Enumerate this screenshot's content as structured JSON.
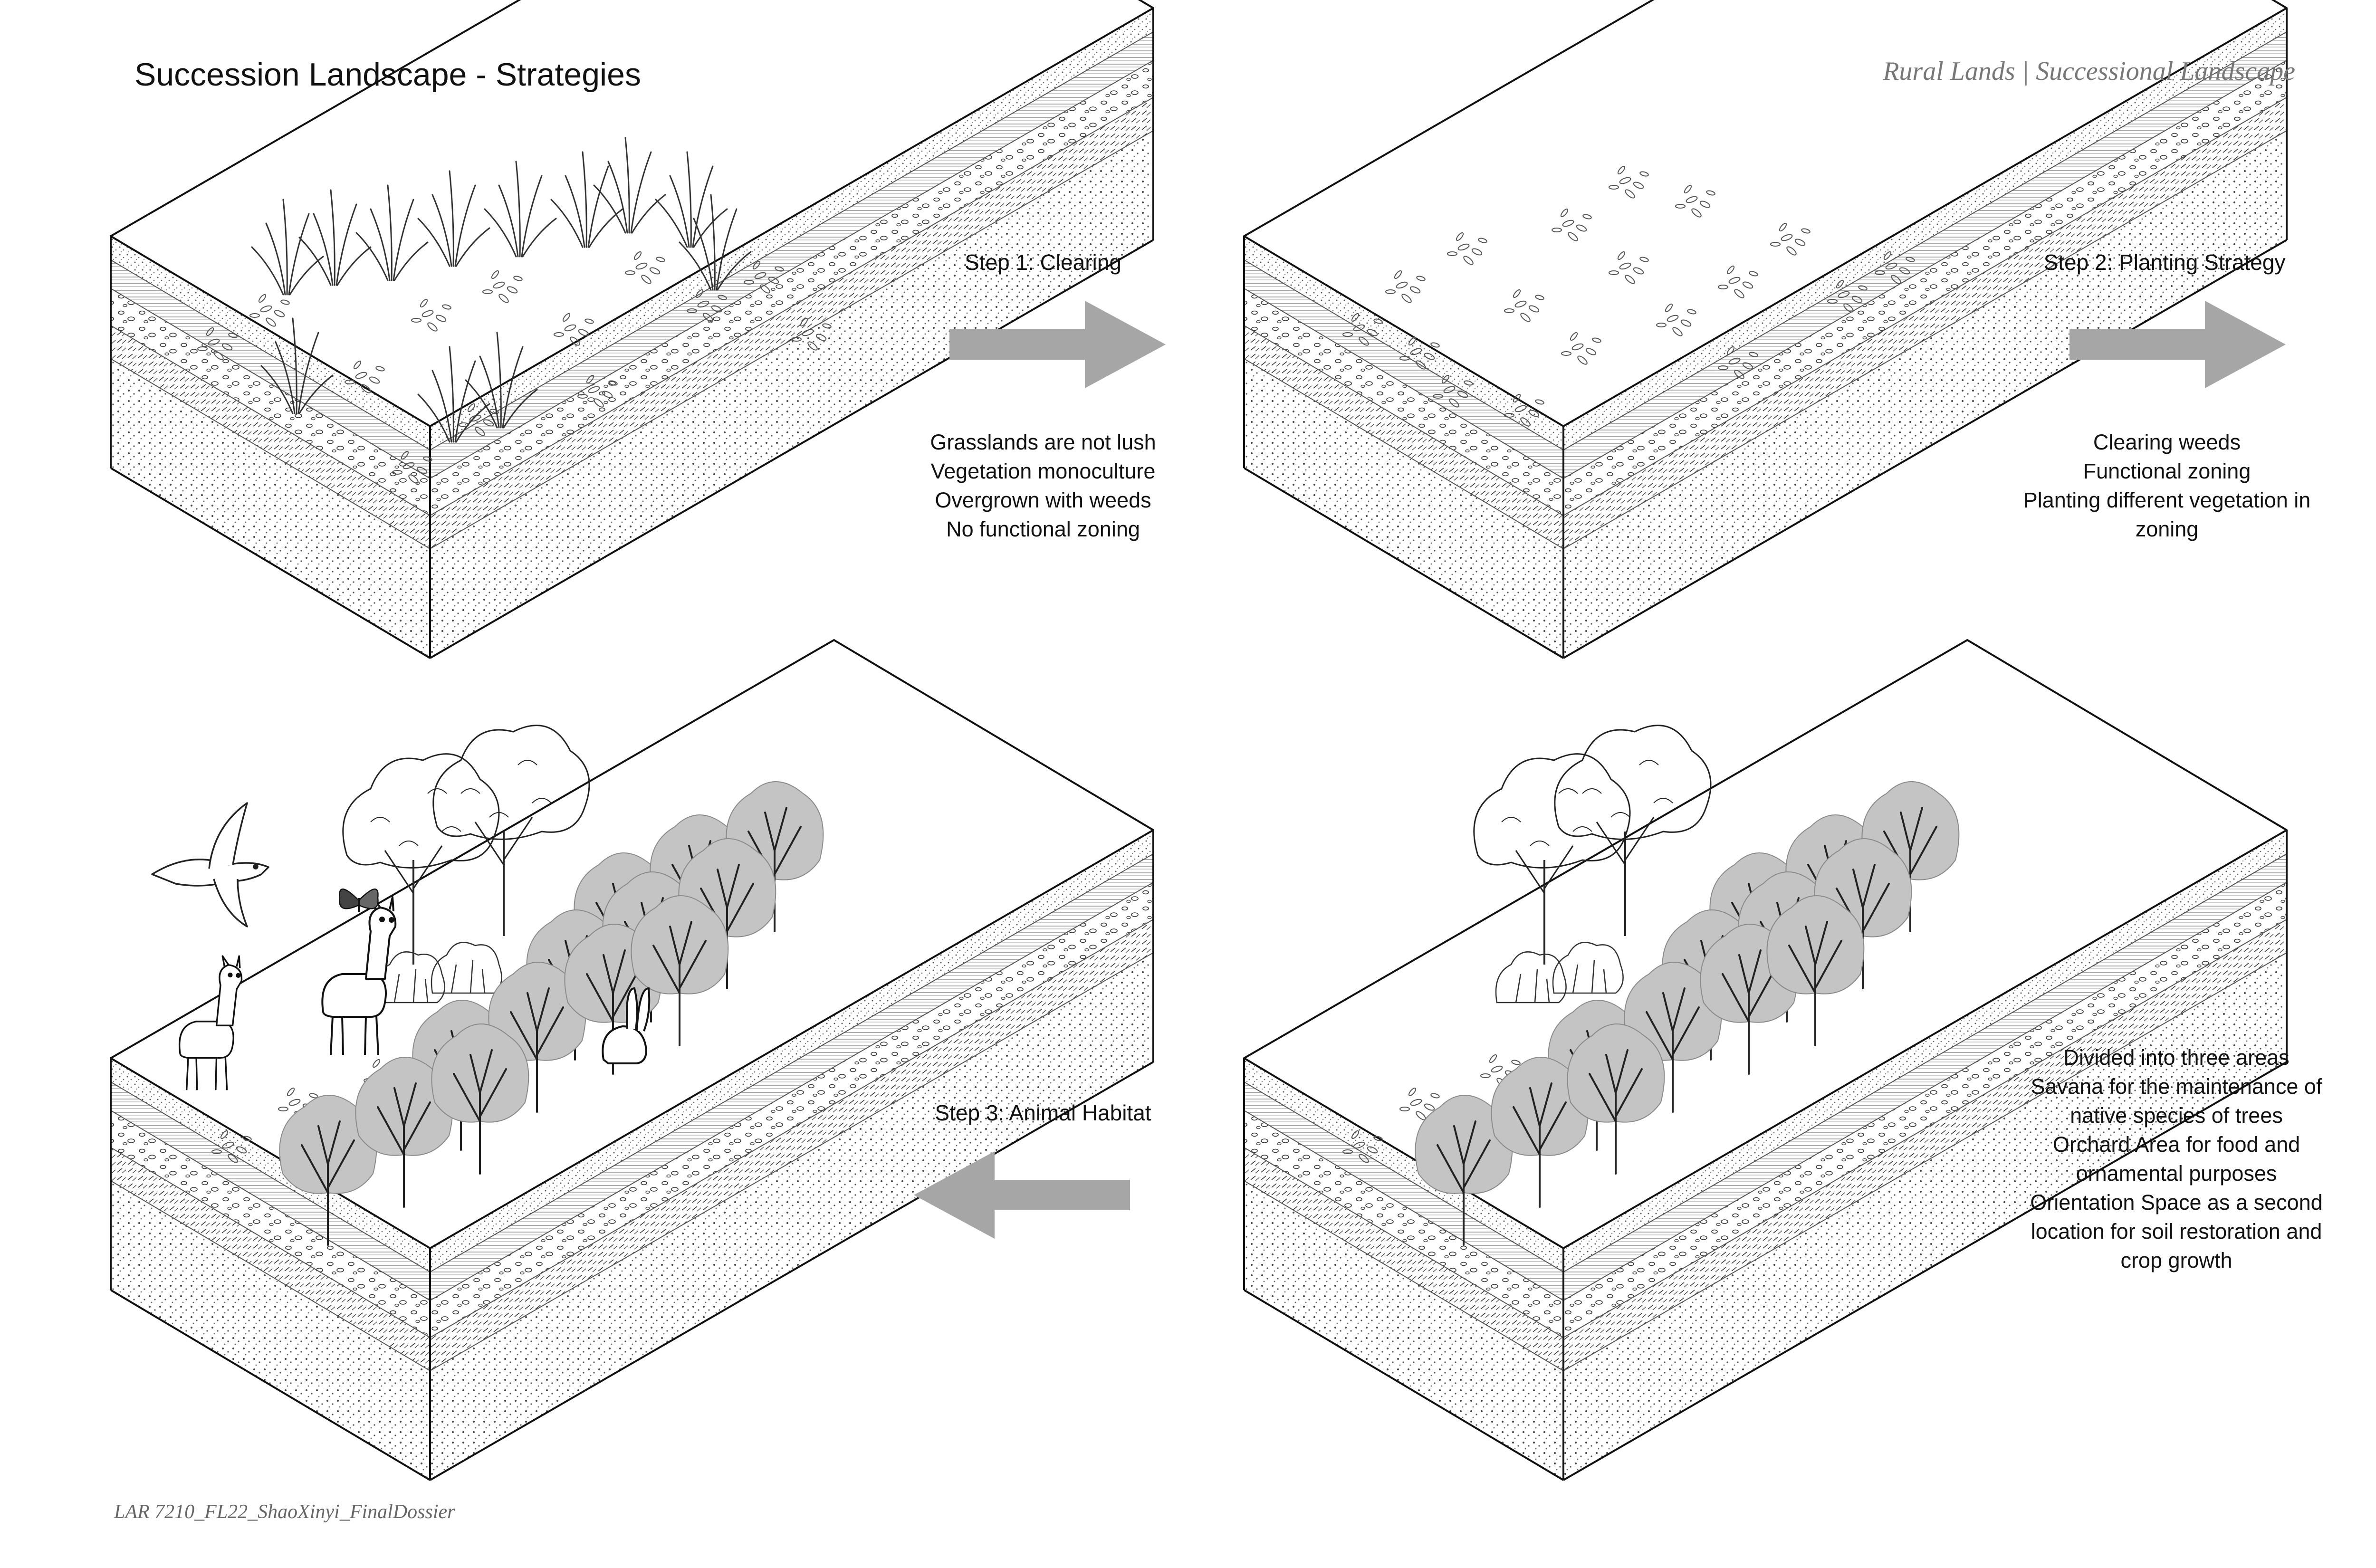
{
  "header": {
    "title": "Succession Landscape - Strategies",
    "right": "Rural Lands | Successional Landscape"
  },
  "footer": {
    "text": "LAR 7210_FL22_ShaoXinyi_FinalDossier"
  },
  "steps": [
    {
      "label": "Step 1: Clearing",
      "lines": [
        "Grasslands are not lush",
        "Vegetation monoculture",
        "Overgrown with weeds",
        "No functional zoning"
      ]
    },
    {
      "label": "Step 2: Planting Strategy",
      "lines": [
        "Clearing weeds",
        "Functional zoning",
        "Planting different vegetation in",
        "zoning"
      ]
    },
    {
      "label": "Step 3: Animal Habitat",
      "lines": [
        "Divided into three areas",
        "Savana for the maintenance of",
        "native species of trees",
        "Orchard Area for food and",
        "ornamental purposes",
        "Orientation Space as a second",
        "location for soil restoration and",
        "crop growth"
      ]
    }
  ],
  "colors": {
    "arrow": "#a6a6a6",
    "line": "#1a1a1a",
    "canopy": "#c4c4c4",
    "header_gray": "#777777"
  },
  "icons": [
    "soil-block-icon",
    "grass-tuft-icon",
    "tree-icon",
    "alpaca-icon",
    "bird-icon",
    "butterfly-icon",
    "rabbit-icon",
    "arrow-right-icon",
    "arrow-left-icon"
  ]
}
